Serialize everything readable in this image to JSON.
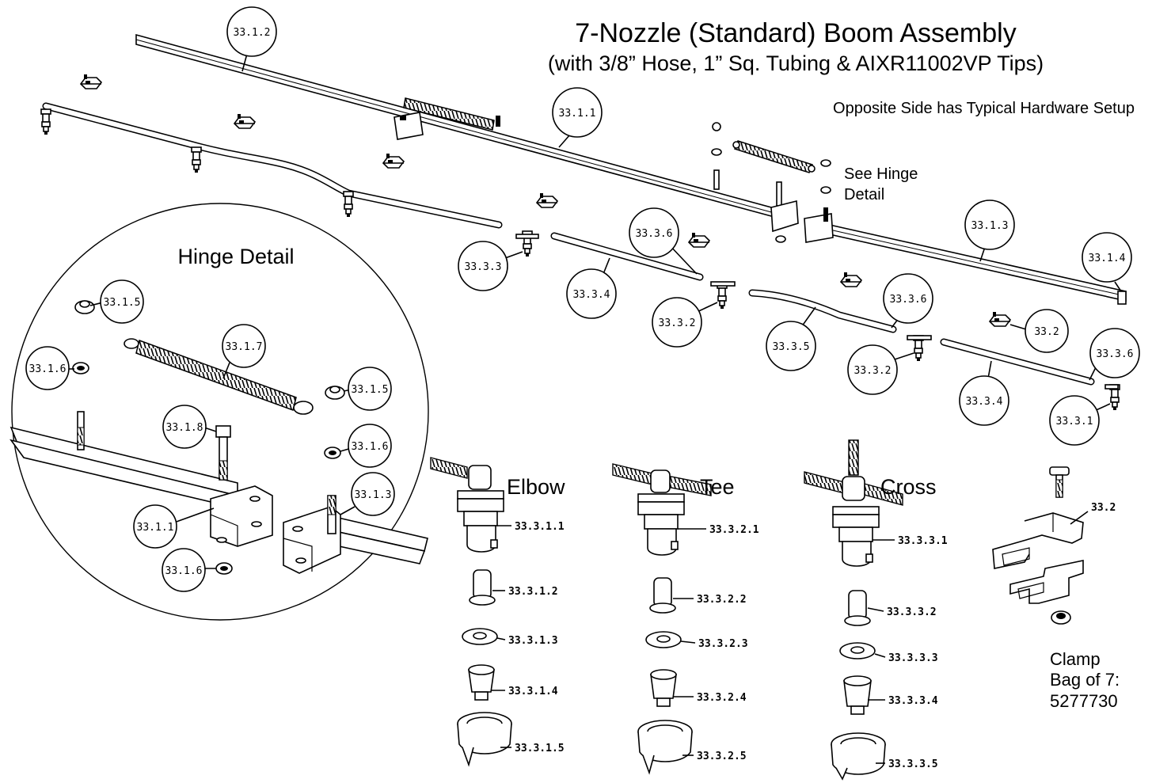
{
  "title": {
    "line1": "7-Nozzle (Standard) Boom Assembly",
    "line2": "(with 3/8” Hose, 1” Sq. Tubing & AIXR11002VP Tips)"
  },
  "notes": {
    "opposite_side": "Opposite Side has Typical Hardware Setup",
    "see_hinge_1": "See Hinge",
    "see_hinge_2": "Detail",
    "hinge_detail_title": "Hinge Detail",
    "clamp_1": "Clamp",
    "clamp_2": "Bag of 7:",
    "clamp_3": "5277730"
  },
  "fitting_titles": {
    "elbow": "Elbow",
    "tee": "Tee",
    "cross": "Cross"
  },
  "callouts": {
    "c_33_1_2": "33.1.2",
    "c_33_1_1": "33.1.1",
    "c_33_1_3": "33.1.3",
    "c_33_1_4": "33.1.4",
    "c_33_3_3": "33.3.3",
    "c_33_3_6a": "33.3.6",
    "c_33_3_4a": "33.3.4",
    "c_33_3_2a": "33.3.2",
    "c_33_3_5": "33.3.5",
    "c_33_3_6b": "33.3.6",
    "c_33_2": "33.2",
    "c_33_3_2b": "33.3.2",
    "c_33_3_6c": "33.3.6",
    "c_33_3_4b": "33.3.4",
    "c_33_3_1": "33.3.1",
    "h_33_1_5a": "33.1.5",
    "h_33_1_7": "33.1.7",
    "h_33_1_6a": "33.1.6",
    "h_33_1_8": "33.1.8",
    "h_33_1_5b": "33.1.5",
    "h_33_1_6b": "33.1.6",
    "h_33_1_3": "33.1.3",
    "h_33_1_1": "33.1.1",
    "h_33_1_6c": "33.1.6"
  },
  "part_labels": {
    "e1": "33.3.1.1",
    "e2": "33.3.1.2",
    "e3": "33.3.1.3",
    "e4": "33.3.1.4",
    "e5": "33.3.1.5",
    "t1": "33.3.2.1",
    "t2": "33.3.2.2",
    "t3": "33.3.2.3",
    "t4": "33.3.2.4",
    "t5": "33.3.2.5",
    "x1": "33.3.3.1",
    "x2": "33.3.3.2",
    "x3": "33.3.3.3",
    "x4": "33.3.3.4",
    "x5": "33.3.3.5",
    "clamp": "33.2"
  }
}
